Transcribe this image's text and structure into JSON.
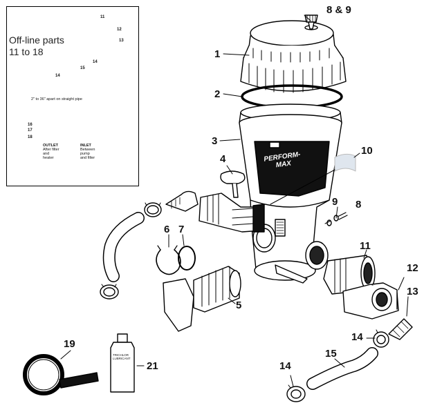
{
  "inset": {
    "title_line1": "Off-line parts",
    "title_line2": "11 to 18",
    "pipe_note": "2\" to 36\" apart on straight pipe",
    "outlet_text": [
      "OUTLET",
      "After filter",
      "and",
      "heater"
    ],
    "inlet_text": [
      "INLET",
      "Between",
      "pump",
      "and filter"
    ],
    "numbers": {
      "n11": "11",
      "n12": "12",
      "n13": "13",
      "n14": "14",
      "n15": "15",
      "n16": "16",
      "n17": "17",
      "n18": "18"
    }
  },
  "callouts": {
    "c1": "1",
    "c2": "2",
    "c3": "3",
    "c4": "4",
    "c5": "5",
    "c6": "6",
    "c7": "7",
    "c8_9": "8 & 9",
    "c8": "8",
    "c9": "9",
    "c10": "10",
    "c11": "11",
    "c12": "12",
    "c13": "13",
    "c14a": "14",
    "c14b": "14",
    "c15": "15",
    "c19": "19",
    "c21": "21"
  },
  "product_label": {
    "brand_line1": "PERFORM-",
    "brand_line2": "MAX",
    "bottle_line1": "TRICHLOR",
    "bottle_line2": "LUBRICANT"
  },
  "colors": {
    "ink": "#000000",
    "paper": "#ffffff",
    "label_bg": "#111111",
    "tag": "#dfe6ee"
  }
}
